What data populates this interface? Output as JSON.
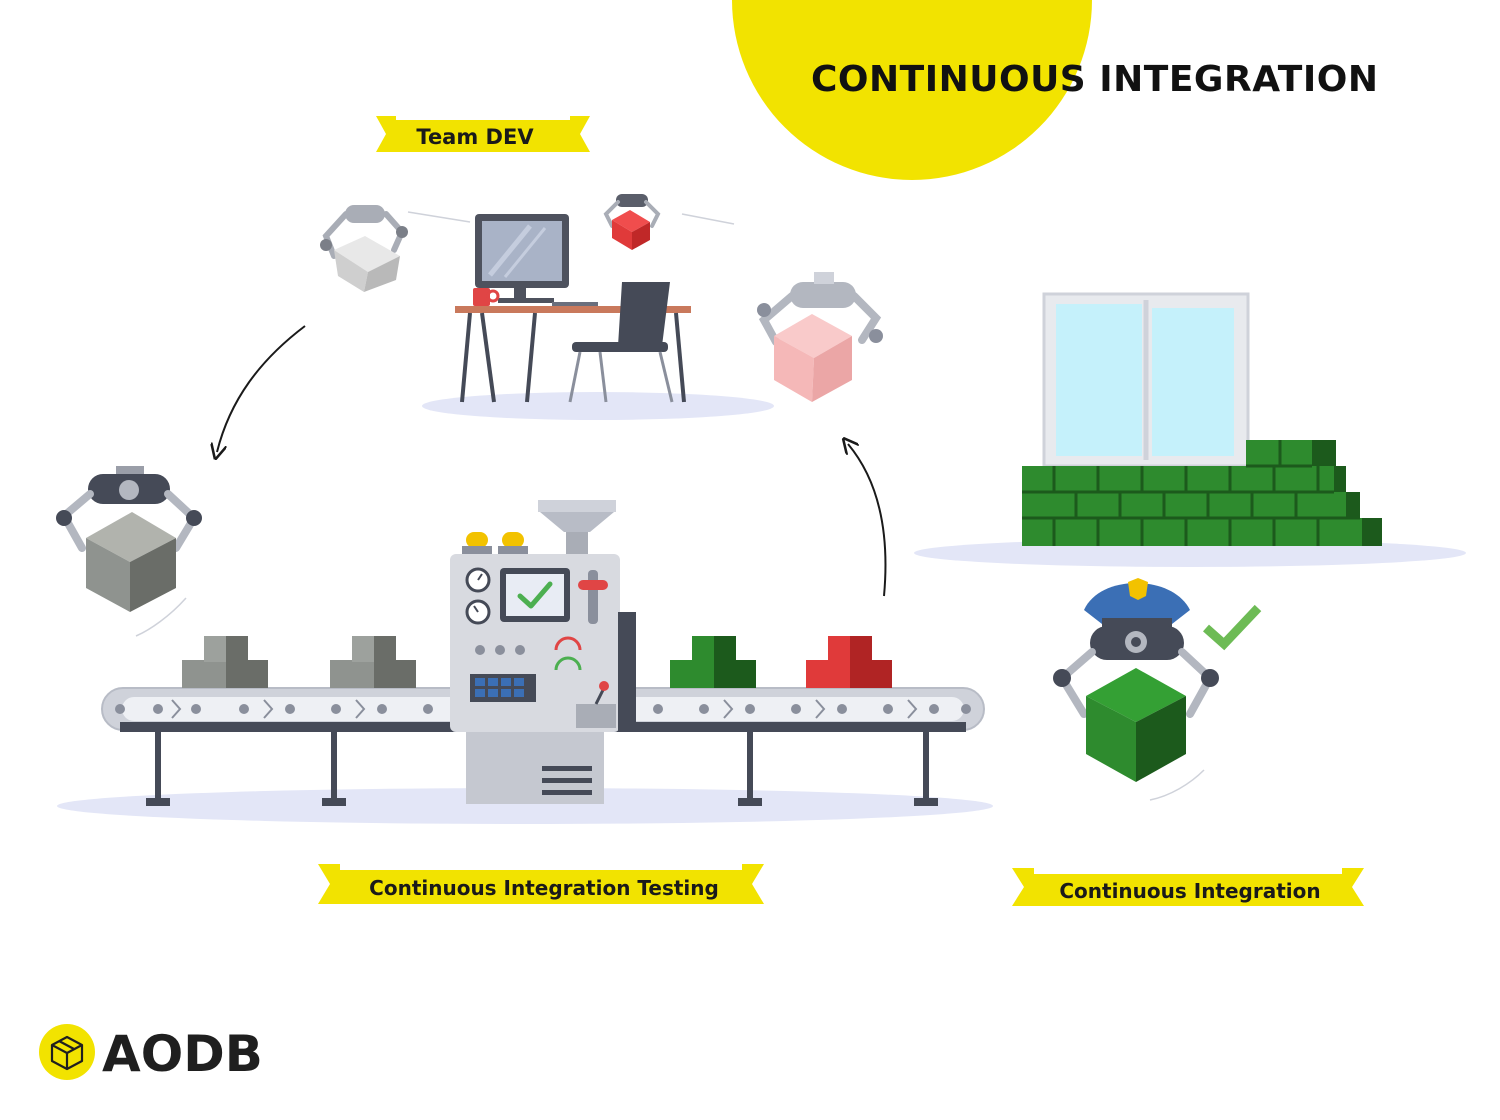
{
  "header": {
    "title": "CONTINUOUS INTEGRATION"
  },
  "labels": {
    "team_dev": "Team DEV",
    "ci_testing": "Continuous Integration Testing",
    "ci": "Continuous Integration"
  },
  "logo": {
    "text": "AODB",
    "icon": "box-icon"
  },
  "colors": {
    "accent_yellow": "#f2e300",
    "shadow": "#e3e6f7",
    "green": "#2e8b2e",
    "red": "#e03a3a",
    "grey_cube": "#8f938f",
    "pink_cube": "#f5b8b8",
    "police_blue": "#3b6fb5"
  }
}
